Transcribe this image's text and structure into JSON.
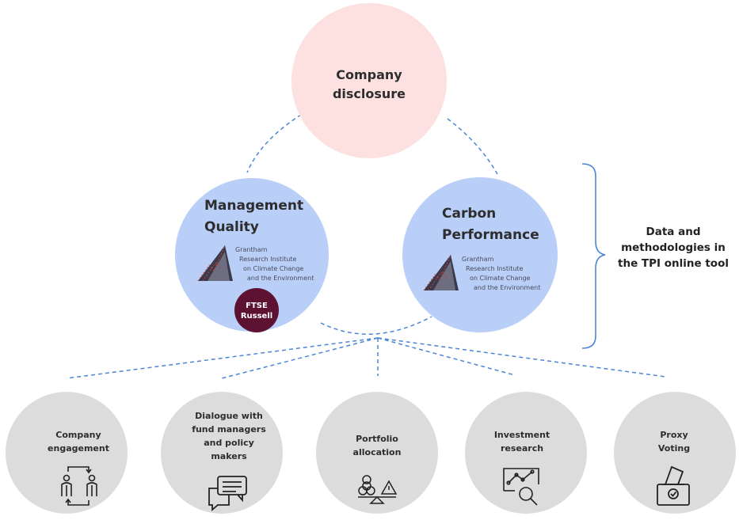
{
  "top": {
    "line1": "Company",
    "line2": "disclosure"
  },
  "left": {
    "line1": "Management",
    "line2": "Quality",
    "logo": {
      "l1": "Grantham",
      "l2": "Research Institute",
      "l3": "on Climate Change",
      "l4": "and the Environment"
    },
    "badge": {
      "l1": "FTSE",
      "l2": "Russell"
    }
  },
  "right": {
    "line1": "Carbon",
    "line2": "Performance",
    "logo": {
      "l1": "Grantham",
      "l2": "Research Institute",
      "l3": "on Climate Change",
      "l4": "and the Environment"
    }
  },
  "side_note": {
    "l1": "Data and",
    "l2": "methodologies in",
    "l3": "the TPI online tool"
  },
  "uses": [
    {
      "lines": [
        "Company",
        "engagement"
      ],
      "icon": "people-exchange-icon"
    },
    {
      "lines": [
        "Dialogue with",
        "fund managers",
        "and policy",
        "makers"
      ],
      "icon": "chat-bubbles-icon"
    },
    {
      "lines": [
        "Portfolio",
        "allocation"
      ],
      "icon": "balance-scale-icon"
    },
    {
      "lines": [
        "Investment",
        "research"
      ],
      "icon": "analysis-magnifier-icon"
    },
    {
      "lines": [
        "Proxy",
        "Voting"
      ],
      "icon": "ballot-box-icon"
    }
  ],
  "colors": {
    "top_circle": "#fde1e1",
    "mid_circle": "#b9cff8",
    "bottom_circle": "#dcdcdc",
    "dash": "#4a86d6",
    "badge": "#5c1230"
  }
}
